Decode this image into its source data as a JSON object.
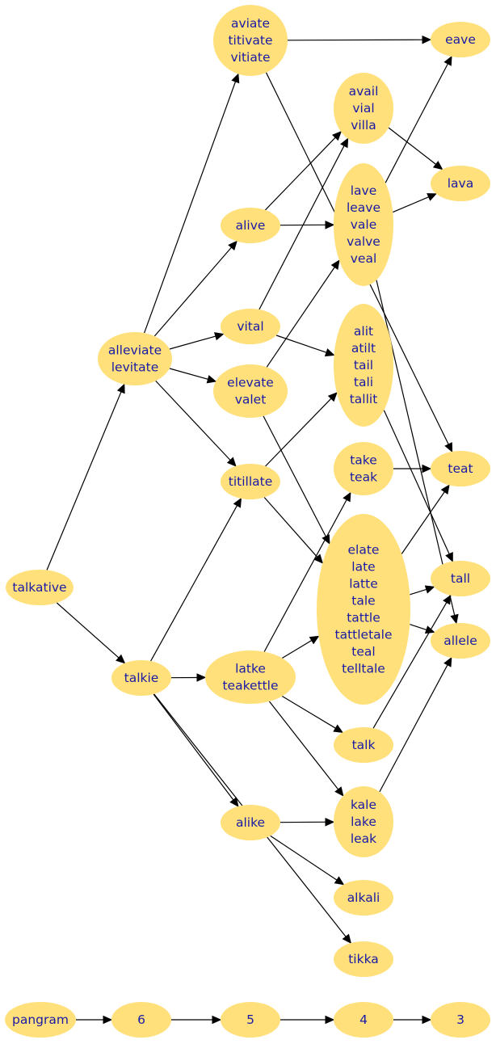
{
  "nodes": {
    "talkative": [
      "talkative"
    ],
    "talkie": [
      "talkie"
    ],
    "alleviate": [
      "alleviate",
      "levitate"
    ],
    "aviate": [
      "aviate",
      "titivate",
      "vitiate"
    ],
    "alive": [
      "alive"
    ],
    "vital": [
      "vital"
    ],
    "elevate": [
      "elevate",
      "valet"
    ],
    "titillate": [
      "titillate"
    ],
    "latke": [
      "latke",
      "teakettle"
    ],
    "alike": [
      "alike"
    ],
    "avail": [
      "avail",
      "vial",
      "villa"
    ],
    "lave": [
      "lave",
      "leave",
      "vale",
      "valve",
      "veal"
    ],
    "alit": [
      "alit",
      "atilt",
      "tail",
      "tali",
      "tallit"
    ],
    "take": [
      "take",
      "teak"
    ],
    "elate": [
      "elate",
      "late",
      "latte",
      "tale",
      "tattle",
      "tattletale",
      "teal",
      "telltale"
    ],
    "talk": [
      "talk"
    ],
    "kale": [
      "kale",
      "lake",
      "leak"
    ],
    "alkali": [
      "alkali"
    ],
    "tikka": [
      "tikka"
    ],
    "eave": [
      "eave"
    ],
    "lava": [
      "lava"
    ],
    "teat": [
      "teat"
    ],
    "tall": [
      "tall"
    ],
    "allele": [
      "allele"
    ],
    "pangram": [
      "pangram"
    ],
    "n6": [
      "6"
    ],
    "n5": [
      "5"
    ],
    "n4": [
      "4"
    ],
    "n3": [
      "3"
    ]
  },
  "edges": [
    [
      "talkative",
      "alleviate"
    ],
    [
      "talkative",
      "talkie"
    ],
    [
      "alleviate",
      "aviate"
    ],
    [
      "alleviate",
      "alive"
    ],
    [
      "alleviate",
      "vital"
    ],
    [
      "alleviate",
      "elevate"
    ],
    [
      "alleviate",
      "titillate"
    ],
    [
      "talkie",
      "titillate"
    ],
    [
      "talkie",
      "latke"
    ],
    [
      "talkie",
      "alike"
    ],
    [
      "talkie",
      "tikka"
    ],
    [
      "aviate",
      "eave"
    ],
    [
      "aviate",
      "teat"
    ],
    [
      "alive",
      "avail"
    ],
    [
      "alive",
      "lave"
    ],
    [
      "vital",
      "avail"
    ],
    [
      "vital",
      "alit"
    ],
    [
      "elevate",
      "lave"
    ],
    [
      "elevate",
      "elate"
    ],
    [
      "titillate",
      "alit"
    ],
    [
      "titillate",
      "elate"
    ],
    [
      "latke",
      "take"
    ],
    [
      "latke",
      "elate"
    ],
    [
      "latke",
      "talk"
    ],
    [
      "latke",
      "kale"
    ],
    [
      "alike",
      "kale"
    ],
    [
      "alike",
      "alkali"
    ],
    [
      "avail",
      "lava"
    ],
    [
      "lave",
      "eave"
    ],
    [
      "lave",
      "lava"
    ],
    [
      "lave",
      "allele"
    ],
    [
      "alit",
      "tall"
    ],
    [
      "take",
      "teat"
    ],
    [
      "elate",
      "teat"
    ],
    [
      "elate",
      "tall"
    ],
    [
      "elate",
      "allele"
    ],
    [
      "talk",
      "tall"
    ],
    [
      "kale",
      "allele"
    ],
    [
      "pangram",
      "n6"
    ],
    [
      "n6",
      "n5"
    ],
    [
      "n5",
      "n4"
    ],
    [
      "n4",
      "n3"
    ]
  ]
}
